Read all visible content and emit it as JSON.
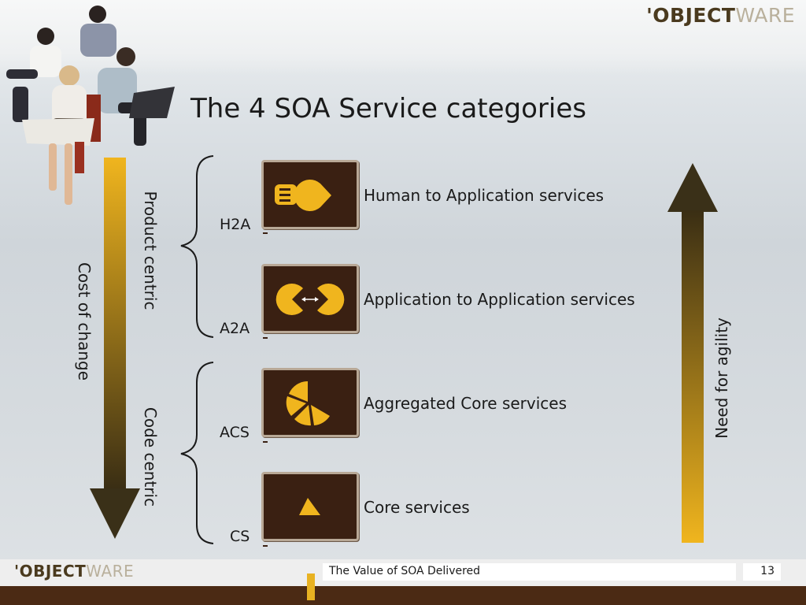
{
  "brand": {
    "logo_bold": "'OBJECT",
    "logo_light": "WARE"
  },
  "slide": {
    "title": "The 4 SOA Service categories",
    "left_arrow_label": "Cost of change",
    "right_arrow_label": "Need for agility",
    "group_top_label": "Product centric",
    "group_bottom_label": "Code centric",
    "categories": [
      {
        "code": "H2A",
        "description": "Human to Application services",
        "icon": "hand-pacman-icon"
      },
      {
        "code": "A2A",
        "description": "Application to Application services",
        "icon": "two-pacman-arrow-icon"
      },
      {
        "code": "ACS",
        "description": "Aggregated Core services",
        "icon": "pie-slices-icon"
      },
      {
        "code": "CS",
        "description": "Core services",
        "icon": "pie-slice-icon"
      }
    ]
  },
  "footer": {
    "title": "The Value of SOA Delivered",
    "page_number": "13"
  },
  "colors": {
    "accent_yellow": "#e8b222",
    "dark_brown": "#3a2012",
    "footer_brown": "#4b2a14"
  }
}
